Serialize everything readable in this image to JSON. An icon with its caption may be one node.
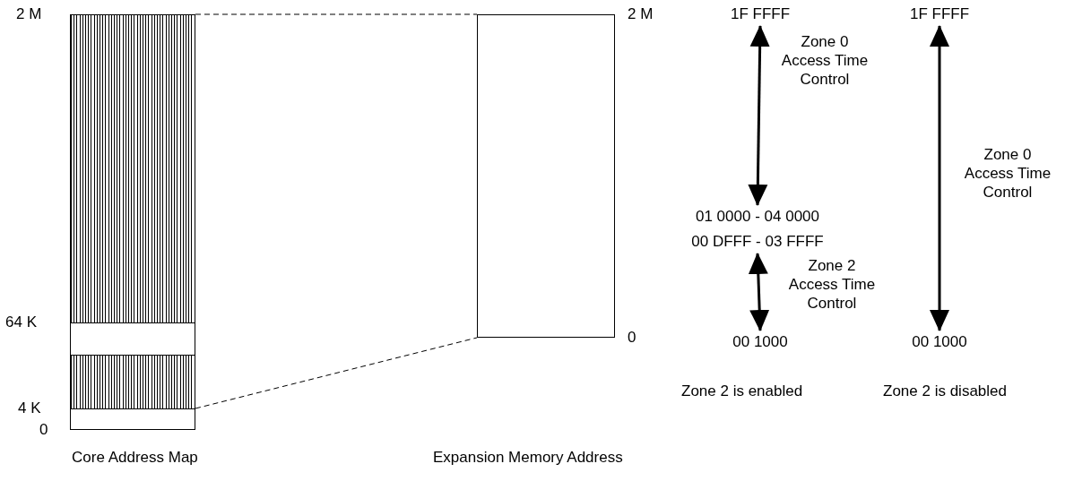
{
  "diagram": {
    "nodes": [
      {
        "text": [],
        "shape": "bar"
      },
      {
        "text": [],
        "shape": "box",
        "in": 0
      },
      {
        "text": [],
        "shape": "box",
        "in": 0
      },
      {
        "text": [],
        "shape": "box",
        "in": 0
      },
      {
        "text": [],
        "shape": "box",
        "in": 0
      },
      {
        "text": [],
        "shape": "box"
      },
      {
        "text": [
          "1F FFFF"
        ]
      },
      {
        "text": [
          "01 0000 - 04 0000"
        ]
      },
      {
        "text": [
          "00 DFFF - 03 FFFF"
        ]
      },
      {
        "text": [
          "00 1000"
        ]
      },
      {
        "text": [
          "1F FFFF"
        ]
      },
      {
        "text": [
          "00 1000"
        ]
      }
    ],
    "edges": [
      {
        "from": 1,
        "to": 5,
        "arrow": "none",
        "style": "dashed"
      },
      {
        "from": 4,
        "to": 5,
        "arrow": "none",
        "style": "dashed"
      },
      {
        "from": 6,
        "to": 7,
        "arrow": "both",
        "label": "Zone 0 Access Time Control"
      },
      {
        "from": 8,
        "to": 9,
        "arrow": "both",
        "label": "Zone 2 Access Time Control"
      },
      {
        "from": 10,
        "to": 11,
        "arrow": "both",
        "label": "Zone 0 Access Time Control"
      }
    ],
    "labels": [
      "2 M",
      "2 M",
      "64 K",
      "4 K",
      "0",
      "0",
      "Zone 2 is enabled",
      "Zone 2 is disabled",
      "Core Address Map",
      "Expansion Memory Address"
    ]
  }
}
